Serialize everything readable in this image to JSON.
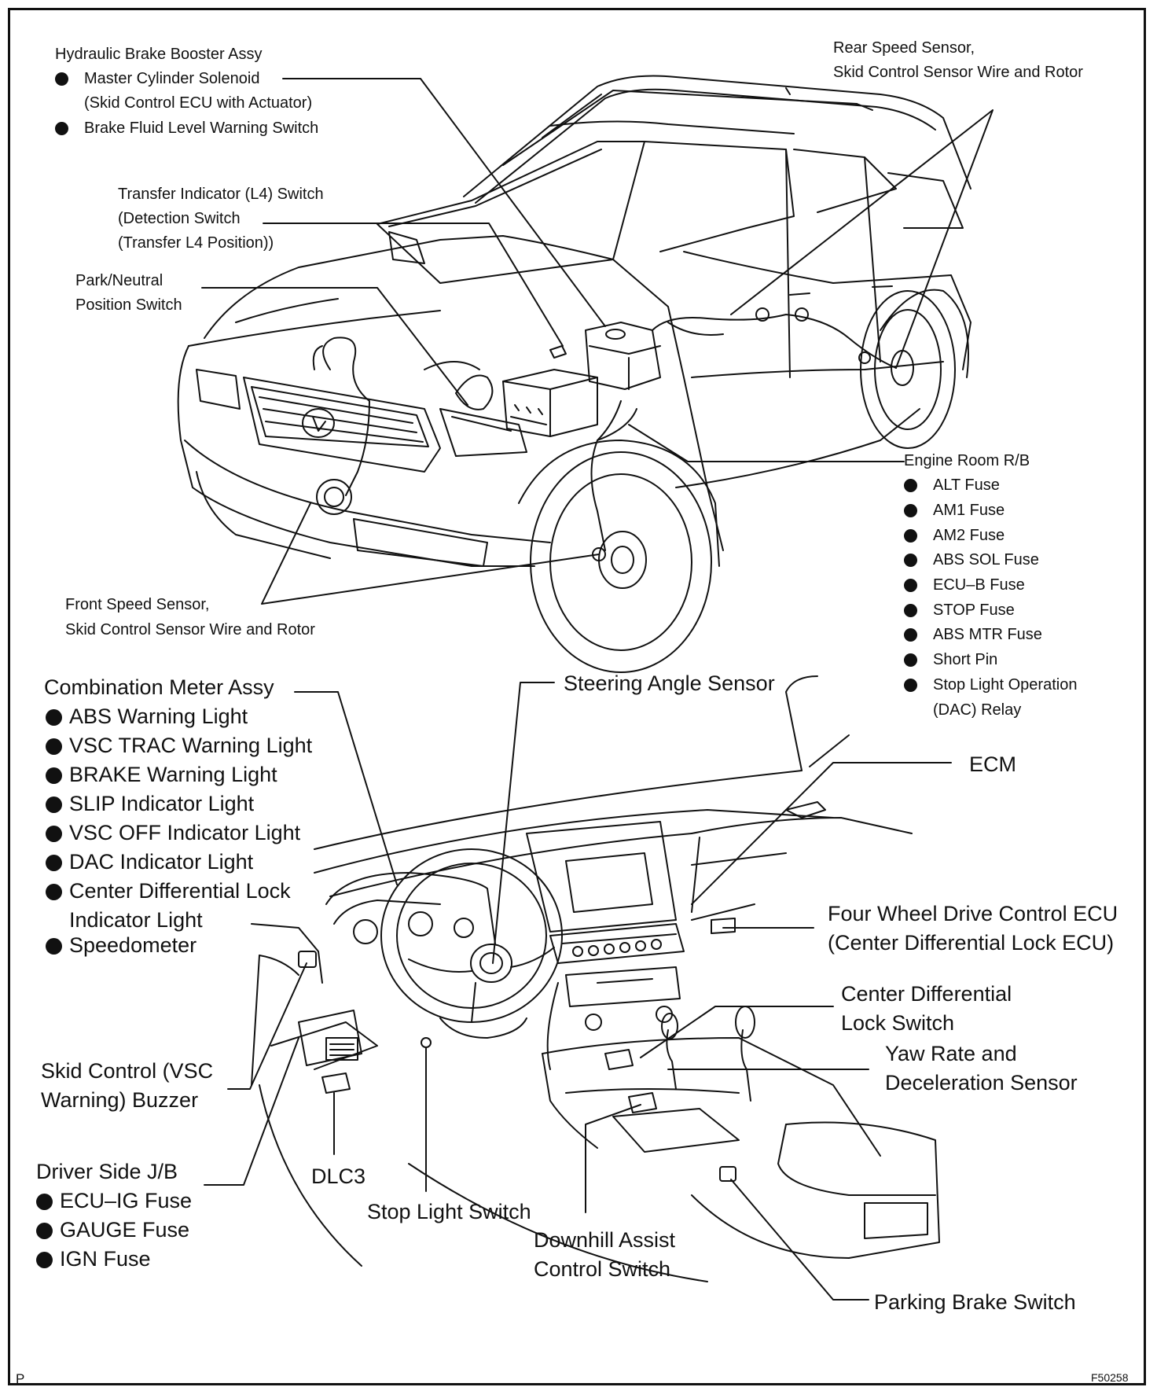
{
  "labels": {
    "hydraulic_booster": {
      "title": "Hydraulic Brake Booster Assy",
      "items": [
        "Master Cylinder Solenoid",
        "(Skid Control ECU with Actuator)",
        "Brake Fluid Level Warning Switch"
      ]
    },
    "rear_speed_sensor": [
      "Rear Speed Sensor,",
      "Skid Control Sensor Wire and Rotor"
    ],
    "transfer_indicator": [
      "Transfer Indicator (L4) Switch",
      "(Detection Switch",
      "(Transfer L4 Position))"
    ],
    "park_neutral": [
      "Park/Neutral",
      "Position Switch"
    ],
    "engine_room_rb": {
      "title": "Engine Room R/B",
      "items": [
        "ALT Fuse",
        "AM1 Fuse",
        "AM2 Fuse",
        "ABS SOL Fuse",
        "ECU–B Fuse",
        "STOP Fuse",
        "ABS MTR Fuse",
        "Short Pin",
        "Stop Light Operation",
        "(DAC) Relay"
      ]
    },
    "front_speed_sensor": [
      "Front Speed Sensor,",
      "Skid Control Sensor Wire and Rotor"
    ],
    "combination_meter": {
      "title": "Combination Meter Assy",
      "items": [
        "ABS Warning Light",
        "VSC TRAC Warning Light",
        "BRAKE Warning Light",
        "SLIP Indicator Light",
        "VSC OFF Indicator Light",
        "DAC Indicator Light",
        "Center  Differential Lock",
        "Indicator Light",
        "Speedometer"
      ]
    },
    "steering_angle_sensor": "Steering Angle Sensor",
    "ecm": "ECM",
    "four_wheel_drive_ecu": [
      "Four Wheel Drive Control ECU",
      "(Center Differential Lock ECU)"
    ],
    "center_diff_lock_switch": [
      "Center Differential",
      "Lock Switch"
    ],
    "yaw_rate_sensor": [
      "Yaw Rate and",
      "Deceleration Sensor"
    ],
    "skid_control_buzzer": [
      "Skid Control (VSC",
      "Warning) Buzzer"
    ],
    "driver_side_jb": {
      "title": "Driver Side J/B",
      "items": [
        "ECU–IG Fuse",
        "GAUGE Fuse",
        "IGN Fuse"
      ]
    },
    "dlc3": "DLC3",
    "stop_light_switch": "Stop Light Switch",
    "downhill_assist": [
      "Downhill Assist",
      "Control Switch"
    ],
    "parking_brake_switch": "Parking Brake Switch",
    "corner_left": "P",
    "figure_code": "F50258"
  }
}
